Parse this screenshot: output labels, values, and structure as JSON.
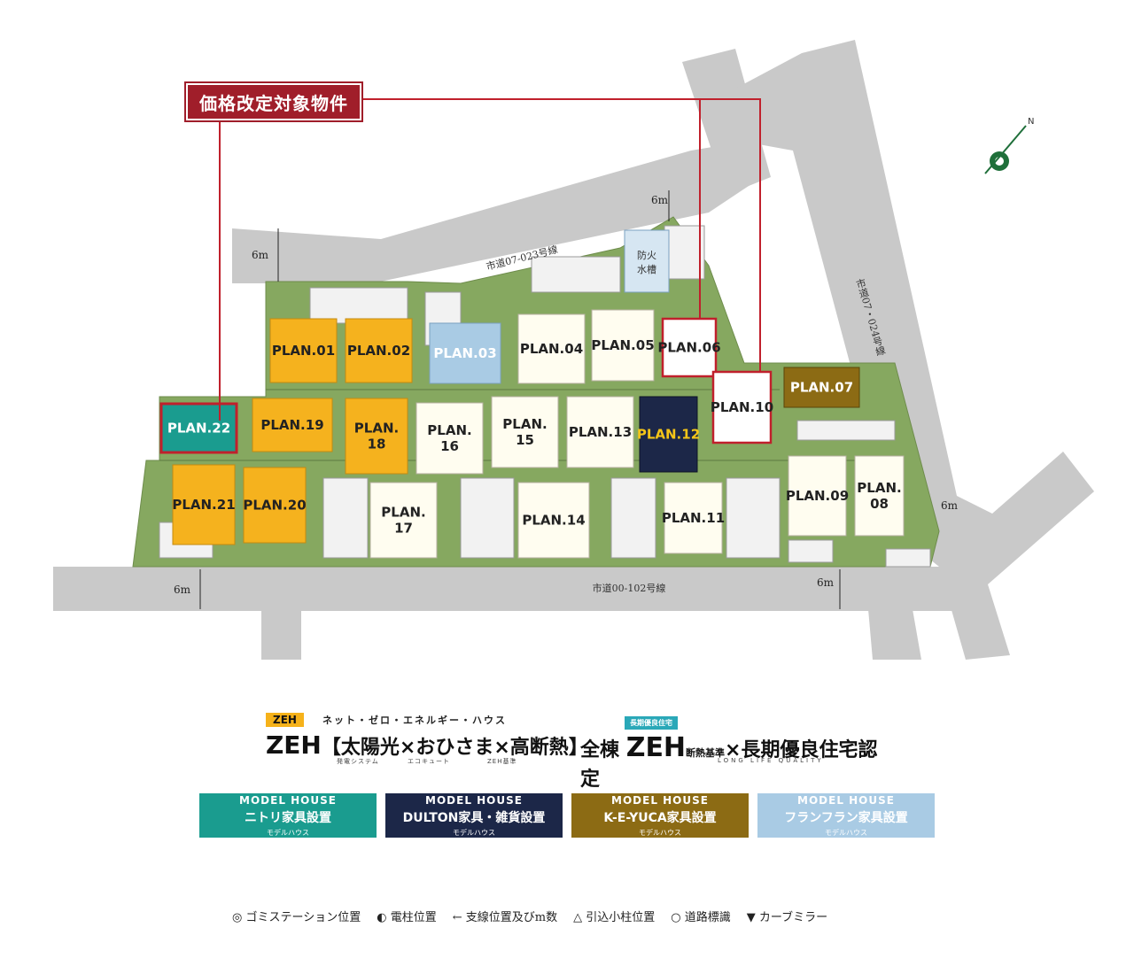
{
  "callout": {
    "label": "価格改定対象物件"
  },
  "compass": {
    "north_label": "N"
  },
  "roads": {
    "north_road": "市道07-023号線",
    "east_road": "市道07・024号線",
    "south_road": "市道00-102号線",
    "widths": [
      "6m",
      "6m",
      "6m",
      "6m",
      "6m"
    ]
  },
  "water_tank": [
    "防火",
    "水槽"
  ],
  "plans": [
    {
      "id": "01",
      "label": "PLAN.01",
      "type": "orange"
    },
    {
      "id": "02",
      "label": "PLAN.02",
      "type": "orange"
    },
    {
      "id": "03",
      "label": "PLAN.03",
      "type": "lightblue"
    },
    {
      "id": "04",
      "label": "PLAN.04",
      "type": "white"
    },
    {
      "id": "05",
      "label": "PLAN.05",
      "type": "white"
    },
    {
      "id": "06",
      "label": "PLAN.06",
      "type": "redoutline"
    },
    {
      "id": "07",
      "label": "PLAN.07",
      "type": "olive"
    },
    {
      "id": "08",
      "label": "PLAN.\n08",
      "type": "white"
    },
    {
      "id": "09",
      "label": "PLAN.09",
      "type": "white"
    },
    {
      "id": "10",
      "label": "PLAN.10",
      "type": "redoutline"
    },
    {
      "id": "11",
      "label": "PLAN.11",
      "type": "white"
    },
    {
      "id": "12",
      "label": "PLAN.12",
      "type": "navy"
    },
    {
      "id": "13",
      "label": "PLAN.13",
      "type": "white"
    },
    {
      "id": "14",
      "label": "PLAN.14",
      "type": "white"
    },
    {
      "id": "15",
      "label": "PLAN.\n15",
      "type": "white"
    },
    {
      "id": "16",
      "label": "PLAN.\n16",
      "type": "white"
    },
    {
      "id": "17",
      "label": "PLAN.\n17",
      "type": "white"
    },
    {
      "id": "18",
      "label": "PLAN.\n18",
      "type": "orange"
    },
    {
      "id": "19",
      "label": "PLAN.19",
      "type": "orange"
    },
    {
      "id": "20",
      "label": "PLAN.20",
      "type": "orange"
    },
    {
      "id": "21",
      "label": "PLAN.21",
      "type": "orange"
    },
    {
      "id": "22",
      "label": "PLAN.22",
      "type": "teal"
    }
  ],
  "colors": {
    "orange": "#f5b21e",
    "lightblue": "#a9cbe4",
    "white": "#fffdf0",
    "olive": "#8c6b14",
    "navy": "#1c2748",
    "teal": "#1a9c8f",
    "red": "#c0202c",
    "road": "#c9c9c9",
    "grass": "#86a860"
  },
  "zeh": {
    "tag": "ZEH",
    "subtitle": "ネット・ゼロ・エネルギー・ハウス",
    "main": "ZEH",
    "b_open": "【",
    "w1": "太陽光",
    "x1": "×",
    "w2": "おひさま",
    "x2": "×",
    "w3": "高断熱",
    "b_close": "】",
    "s1": "発電システム",
    "s2": "エコキュート",
    "s3": "ZEH基準"
  },
  "choki": {
    "tag": "長期優良住宅",
    "all": "全棟",
    "zeh": "ZEH",
    "dannetsu": "断熱基準",
    "x": "×",
    "cert": "長期優良住宅認定",
    "en": "LONG LIFE QUALITY"
  },
  "model_houses": [
    {
      "title": "MODEL HOUSE",
      "name": "ニトリ家具設置",
      "sub": "モデルハウス",
      "color": "#1a9c8f"
    },
    {
      "title": "MODEL HOUSE",
      "name": "DULTON家具・雑貨設置",
      "sub": "モデルハウス",
      "color": "#1c2748"
    },
    {
      "title": "MODEL HOUSE",
      "name": "K-E-YUCA家具設置",
      "sub": "モデルハウス",
      "color": "#8c6b14"
    },
    {
      "title": "MODEL HOUSE",
      "name": "フランフラン家具設置",
      "sub": "モデルハウス",
      "color": "#a9cbe4"
    }
  ],
  "legend": [
    {
      "icon": "◎",
      "label": "ゴミステーション位置"
    },
    {
      "icon": "◐",
      "label": "電柱位置"
    },
    {
      "icon": "←",
      "label": "支線位置及びm数"
    },
    {
      "icon": "△",
      "label": "引込小柱位置"
    },
    {
      "icon": "○",
      "label": "道路標識"
    },
    {
      "icon": "▼",
      "label": "カーブミラー"
    }
  ]
}
